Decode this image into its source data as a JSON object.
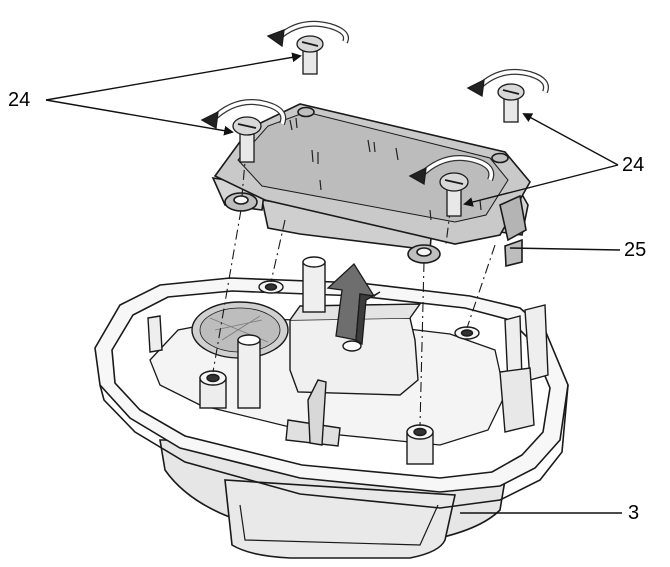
{
  "labels": {
    "screws_left": "24",
    "screws_right": "24",
    "cover": "25",
    "housing": "3"
  }
}
